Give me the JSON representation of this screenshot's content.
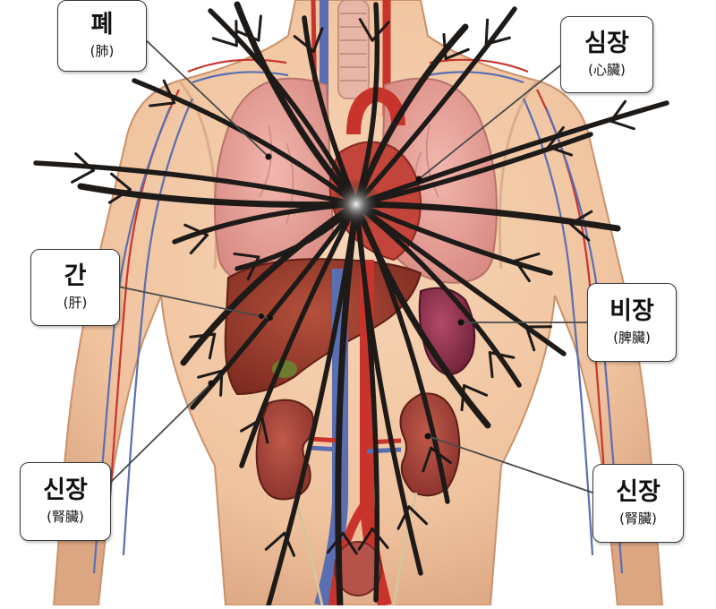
{
  "labels": {
    "lung": {
      "korean": "폐",
      "hanja": "(肺)"
    },
    "heart": {
      "korean": "심장",
      "hanja": "(心臟)"
    },
    "liver": {
      "korean": "간",
      "hanja": "(肝)"
    },
    "spleen": {
      "korean": "비장",
      "hanja": "(脾臟)"
    },
    "kidney_left": {
      "korean": "신장",
      "hanja": "(腎臟)"
    },
    "kidney_right": {
      "korean": "신장",
      "hanja": "(腎臟)"
    }
  },
  "colors": {
    "skin": "#f2c9a5",
    "skin_shadow": "#d9a47c",
    "lung": "#e8a39c",
    "liver": "#9b3a2c",
    "kidney": "#a8453a",
    "spleen": "#8c2e4a",
    "artery": "#c8342b",
    "vein": "#5a6fb2",
    "branches": "#1e1a18",
    "leader_line": "#4a4a4a"
  }
}
